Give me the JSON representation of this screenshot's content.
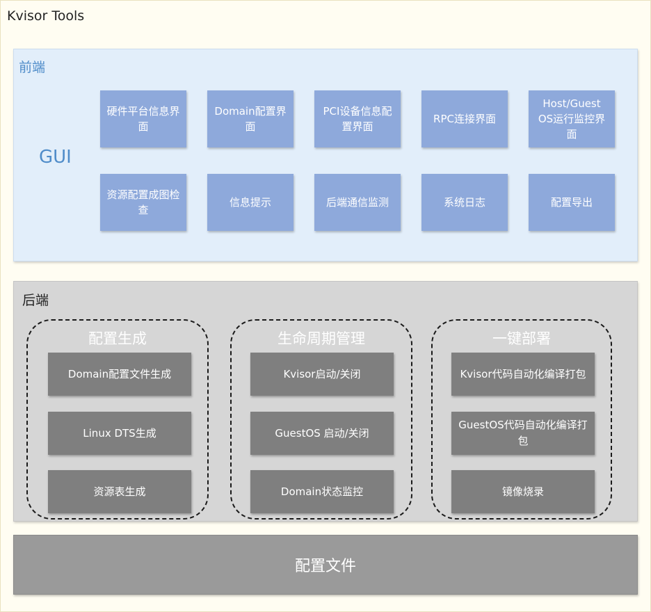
{
  "title": "Kvisor Tools",
  "frontend": {
    "label": "前端",
    "gui": "GUI",
    "boxes": [
      "硬件平台信息界面",
      "Domain配置界面",
      "PCI设备信息配置界面",
      "RPC连接界面",
      "Host/Guest OS运行监控界面",
      "资源配置成图检查",
      "信息提示",
      "后端通信监测",
      "系统日志",
      "配置导出"
    ]
  },
  "backend": {
    "label": "后端",
    "groups": [
      {
        "title": "配置生成",
        "items": [
          "Domain配置文件生成",
          "Linux DTS生成",
          "资源表生成"
        ]
      },
      {
        "title": "生命周期管理",
        "items": [
          "Kvisor启动/关闭",
          "GuestOS 启动/关闭",
          "Domain状态监控"
        ]
      },
      {
        "title": "一键部署",
        "items": [
          "Kvisor代码自动化编译打包",
          "GuestOS代码自动化编译打包",
          "镜像烧录"
        ]
      }
    ]
  },
  "config_file": "配置文件",
  "colors": {
    "frontend_bg": "#e2eefa",
    "frontend_box": "#8ea9db",
    "frontend_text": "#4f8cc9",
    "backend_bg": "#d6d6d6",
    "backend_box": "#7f7f7f",
    "config_bar": "#9a9a9a"
  }
}
